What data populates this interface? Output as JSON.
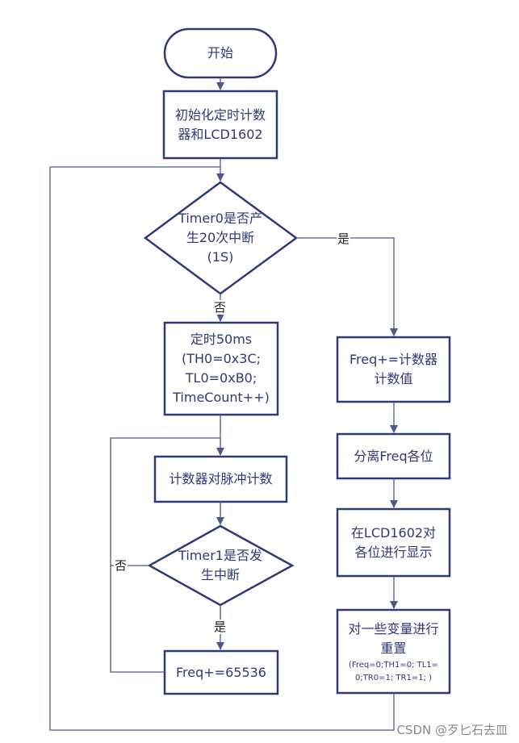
{
  "nodes": {
    "start": "开始",
    "init_line1": "初始化定时计数",
    "init_line2": "器和LCD1602",
    "decision0_line1": "Timer0是否产",
    "decision0_line2": "生20次中断",
    "decision0_line3": "(1S)",
    "timer_line1": "定时50ms",
    "timer_line2": "(TH0=0x3C;",
    "timer_line3": "TL0=0xB0;",
    "timer_line4": "TimeCount++)",
    "count_pulse": "计数器对脉冲计数",
    "decision1_line1": "Timer1是否发",
    "decision1_line2": "生中断",
    "freq_add": "Freq+=65536",
    "freq_count_line1": "Freq+=计数器",
    "freq_count_line2": "计数值",
    "separate": "分离Freq各位",
    "display_line1": "在LCD1602对",
    "display_line2": "各位进行显示",
    "reset_line1": "对一些变量进行",
    "reset_line2": "重置",
    "reset_detail_line1": "(Freq=0;TH1=0; TL1=",
    "reset_detail_line2": "0;TR0=1; TR1=1; )"
  },
  "labels": {
    "yes0": "是",
    "no0": "否",
    "no1": "否",
    "yes1": "是"
  },
  "watermark": "CSDN @歹匕石去皿",
  "colors": {
    "box_stroke": "#2f3a78",
    "line": "#4a5a8c",
    "text": "#2f3a78"
  }
}
